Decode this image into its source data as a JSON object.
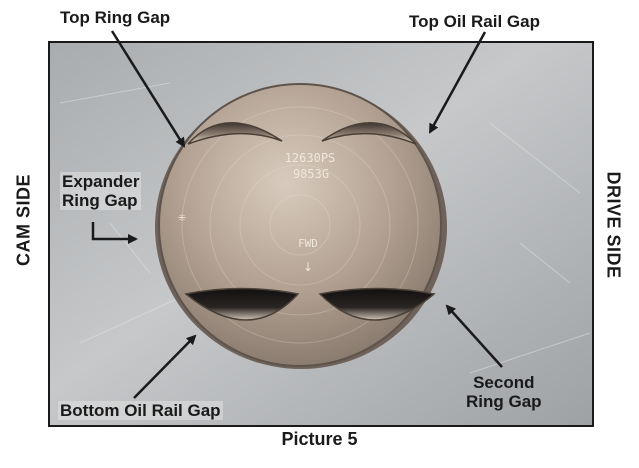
{
  "labels": {
    "top_ring_gap": "Top Ring Gap",
    "top_oil_rail_gap": "Top Oil Rail Gap",
    "expander_ring_gap_line1": "Expander",
    "expander_ring_gap_line2": "Ring Gap",
    "bottom_oil_rail_gap": "Bottom Oil Rail Gap",
    "second_ring_gap_line1": "Second",
    "second_ring_gap_line2": "Ring Gap"
  },
  "sides": {
    "left": "CAM SIDE",
    "right": "DRIVE SIDE"
  },
  "piston_marks": {
    "part_number": "12630PS",
    "code": "9853G",
    "direction": "FWD"
  },
  "caption": "Picture 5",
  "colors": {
    "text": "#1a1a1a",
    "background_metal": "#b4b6b8",
    "piston_metal": "#b09e90"
  }
}
